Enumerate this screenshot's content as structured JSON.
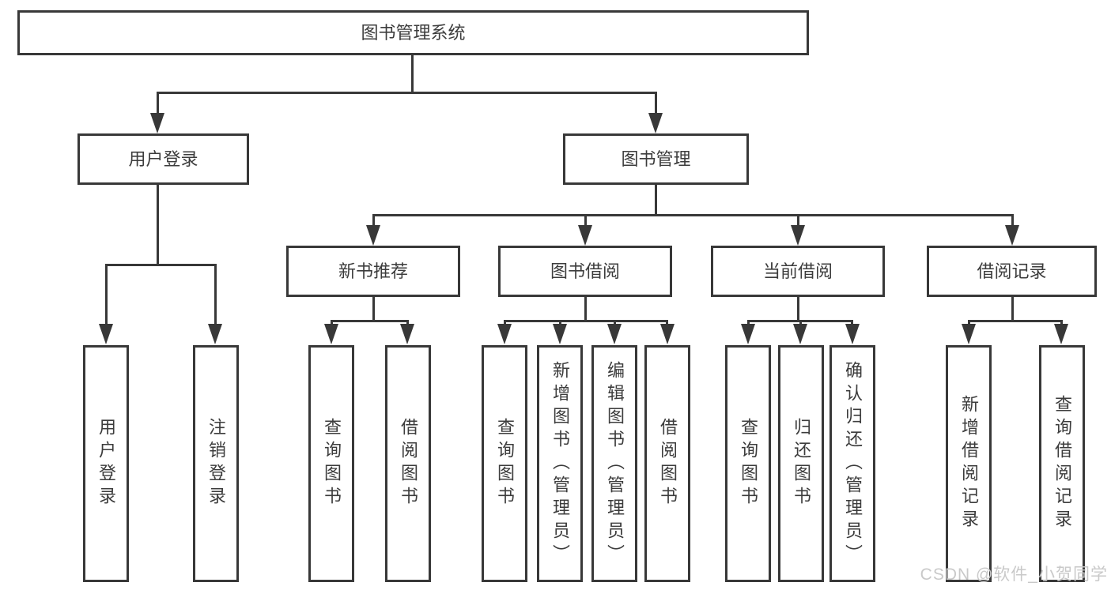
{
  "tree": {
    "label": "图书管理系统",
    "children": [
      {
        "label": "用户登录",
        "children": [
          {
            "label": "用户登录"
          },
          {
            "label": "注销登录"
          }
        ]
      },
      {
        "label": "图书管理",
        "children": [
          {
            "label": "新书推荐",
            "children": [
              {
                "label": "查询图书"
              },
              {
                "label": "借阅图书"
              }
            ]
          },
          {
            "label": "图书借阅",
            "children": [
              {
                "label": "查询图书"
              },
              {
                "label": "新增图书（管理员）"
              },
              {
                "label": "编辑图书（管理员）"
              },
              {
                "label": "借阅图书"
              }
            ]
          },
          {
            "label": "当前借阅",
            "children": [
              {
                "label": "查询图书"
              },
              {
                "label": "归还图书"
              },
              {
                "label": "确认归还（管理员）"
              }
            ]
          },
          {
            "label": "借阅记录",
            "children": [
              {
                "label": "新增借阅记录"
              },
              {
                "label": "查询借阅记录"
              }
            ]
          }
        ]
      }
    ]
  },
  "watermark": {
    "text": "CSDN @软件_小贺同学"
  },
  "colors": {
    "line": "#383838",
    "text": "#3c3c3c",
    "box_background": "#ffffff",
    "watermark": "#c9c9c9"
  }
}
